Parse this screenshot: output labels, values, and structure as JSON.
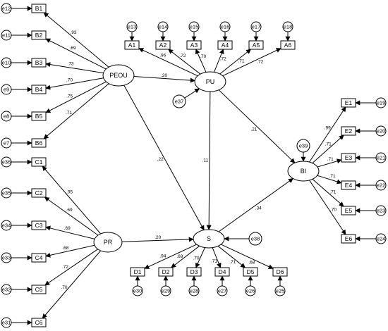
{
  "latents": [
    {
      "id": "PEOU",
      "label": "PEOU"
    },
    {
      "id": "PU",
      "label": "PU"
    },
    {
      "id": "PR",
      "label": "PR"
    },
    {
      "id": "S",
      "label": "S"
    },
    {
      "id": "BI",
      "label": "BI"
    }
  ],
  "indicators": [
    {
      "id": "B1",
      "label": "B1",
      "latent": "PEOU",
      "loading": ".93",
      "error": "e12"
    },
    {
      "id": "B2",
      "label": "B2",
      "latent": "PEOU",
      "loading": ".69",
      "error": "e11"
    },
    {
      "id": "B3",
      "label": "B3",
      "latent": "PEOU",
      "loading": ".73",
      "error": "e10"
    },
    {
      "id": "B4",
      "label": "B4",
      "latent": "PEOU",
      "loading": ".70",
      "error": "e9"
    },
    {
      "id": "B5",
      "label": "B5",
      "latent": "PEOU",
      "loading": ".75",
      "error": "e8"
    },
    {
      "id": "B6",
      "label": "B6",
      "latent": "PEOU",
      "loading": ".71",
      "error": "e7"
    },
    {
      "id": "A1",
      "label": "A1",
      "latent": "PU",
      "loading": ".96",
      "error": "e13"
    },
    {
      "id": "A2",
      "label": "A2",
      "latent": "PU",
      "loading": ".72",
      "error": "e14"
    },
    {
      "id": "A3",
      "label": "A3",
      "latent": "PU",
      "loading": ".70",
      "error": "e15"
    },
    {
      "id": "A4",
      "label": "A4",
      "latent": "PU",
      "loading": ".72",
      "error": "e16"
    },
    {
      "id": "A5",
      "label": "A5",
      "latent": "PU",
      "loading": ".71",
      "error": "e17"
    },
    {
      "id": "A6",
      "label": "A6",
      "latent": "PU",
      "loading": ".72",
      "error": "e18"
    },
    {
      "id": "C1",
      "label": "C1",
      "latent": "PR",
      "loading": ".95",
      "error": "e36"
    },
    {
      "id": "C2",
      "label": "C2",
      "latent": "PR",
      "loading": ".69",
      "error": "e35"
    },
    {
      "id": "C3",
      "label": "C3",
      "latent": "PR",
      "loading": ".69",
      "error": "e34"
    },
    {
      "id": "C4",
      "label": "C4",
      "latent": "PR",
      "loading": ".68",
      "error": "e33"
    },
    {
      "id": "C5",
      "label": "C5",
      "latent": "PR",
      "loading": ".72",
      "error": "e32"
    },
    {
      "id": "C6",
      "label": "C6",
      "latent": "PR",
      "loading": ".70",
      "error": "e31"
    },
    {
      "id": "D1",
      "label": "D1",
      "latent": "S",
      "loading": ".94",
      "error": "e30"
    },
    {
      "id": "D2",
      "label": "D2",
      "latent": "S",
      "loading": ".69",
      "error": "e29"
    },
    {
      "id": "D3",
      "label": "D3",
      "latent": "S",
      "loading": ".70",
      "error": "e28"
    },
    {
      "id": "D4",
      "label": "D4",
      "latent": "S",
      "loading": ".71",
      "error": "e27"
    },
    {
      "id": "D5",
      "label": "D5",
      "latent": "S",
      "loading": ".71",
      "error": "e26"
    },
    {
      "id": "D6",
      "label": "D6",
      "latent": "S",
      "loading": ".68",
      "error": "e25"
    },
    {
      "id": "E1",
      "label": "E1",
      "latent": "BI",
      "loading": ".99",
      "error": "e19"
    },
    {
      "id": "E2",
      "label": "E2",
      "latent": "BI",
      "loading": ".71",
      "error": "e20"
    },
    {
      "id": "E3",
      "label": "E3",
      "latent": "BI",
      "loading": ".71",
      "error": "e21"
    },
    {
      "id": "E4",
      "label": "E4",
      "latent": "BI",
      "loading": ".71",
      "error": "e22"
    },
    {
      "id": "E5",
      "label": "E5",
      "latent": "BI",
      "loading": ".71",
      "error": "e23"
    },
    {
      "id": "E6",
      "label": "E6",
      "latent": "BI",
      "loading": ".70",
      "error": "e24"
    }
  ],
  "structural_paths": [
    {
      "from": "PEOU",
      "to": "PU",
      "coef": ".20"
    },
    {
      "from": "PEOU",
      "to": "S",
      "coef": ".22"
    },
    {
      "from": "PU",
      "to": "S",
      "coef": ".11"
    },
    {
      "from": "PU",
      "to": "BI",
      "coef": ".21"
    },
    {
      "from": "PR",
      "to": "S",
      "coef": ".20"
    },
    {
      "from": "S",
      "to": "BI",
      "coef": ".34"
    }
  ],
  "disturbances": [
    {
      "latent": "PU",
      "label": "e37"
    },
    {
      "latent": "S",
      "label": "e38"
    },
    {
      "latent": "BI",
      "label": "e39"
    }
  ]
}
